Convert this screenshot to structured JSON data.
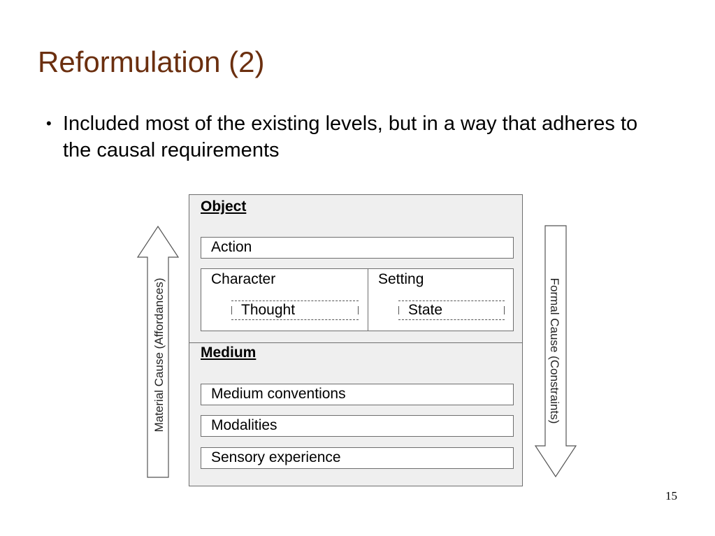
{
  "slide": {
    "title": "Reformulation (2)",
    "bullet": "Included most of the existing levels, but in a way that adheres to the causal requirements",
    "bullet_symbol": "•",
    "page_number": "15"
  },
  "diagram": {
    "object_section": {
      "label": "Object",
      "action": "Action",
      "character": "Character",
      "thought": "Thought",
      "setting": "Setting",
      "state": "State"
    },
    "medium_section": {
      "label": "Medium",
      "items": [
        "Medium conventions",
        "Modalities",
        "Sensory experience"
      ]
    },
    "left_arrow": {
      "label": "Material Cause (Affordances)",
      "direction": "up"
    },
    "right_arrow": {
      "label": "Formal Cause (Constraints)",
      "direction": "down"
    },
    "colors": {
      "title": "#6b2f0f",
      "frame_bg": "#efefef",
      "border": "#6e6e6e"
    }
  }
}
